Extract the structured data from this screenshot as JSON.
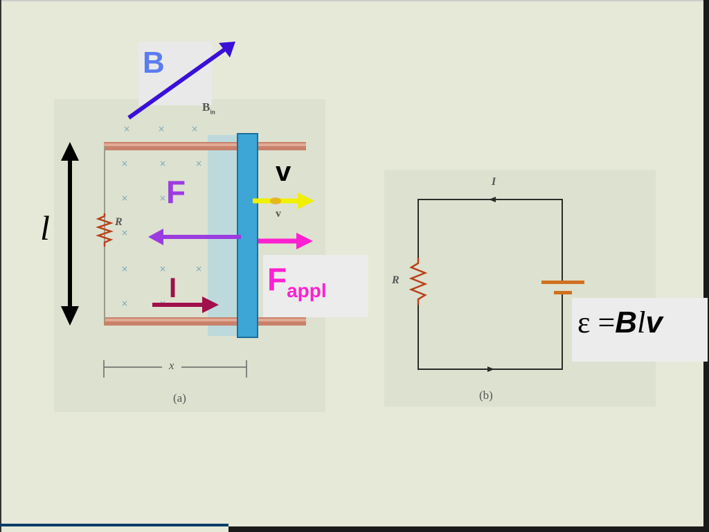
{
  "labels": {
    "b_field": "B",
    "b_in_fig": "B",
    "b_in_sub": "in",
    "velocity": "v",
    "force": "F",
    "current": "I",
    "length": "l",
    "f_appl_main": "F",
    "f_appl_sub": "appl",
    "emf": "ε = Blv",
    "emf_eps": "ε =",
    "emf_b": "B",
    "emf_l": "l",
    "emf_v": "v",
    "fig_a_caption": "(a)",
    "fig_b_caption": "(b)",
    "fig_a_r": "R",
    "fig_b_r": "R",
    "fig_b_i": "I",
    "fig_a_x": "x",
    "fig_a_v_small": "v",
    "x_marks": "×"
  },
  "colors": {
    "b_arrow": "#3a10d8",
    "b_label": "#5a7cf0",
    "force": "#9a3ce0",
    "current": "#a0104a",
    "velocity": "#f0f000",
    "f_appl": "#ff20d0",
    "rod": "#3da6d6",
    "rail": "#c8816a"
  }
}
